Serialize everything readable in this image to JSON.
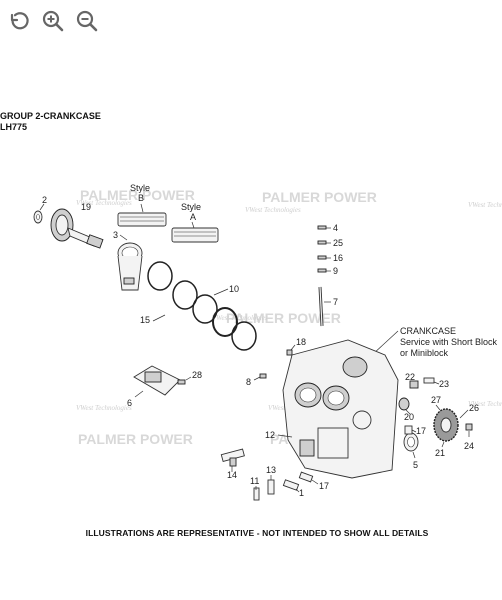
{
  "toolbar": {
    "reset_icon": "rotate-ccw-icon",
    "zoom_in_icon": "zoom-in-icon",
    "zoom_out_icon": "zoom-out-icon",
    "icon_color": "#666666"
  },
  "header": {
    "group": "GROUP 2-CRANKCASE",
    "model": "LH775"
  },
  "watermarks": {
    "brand": "PALMER POWER",
    "tag": "VWest Technologies"
  },
  "diagram": {
    "style_b_label": "Style",
    "style_b_letter": "B",
    "style_a_label": "Style",
    "style_a_letter": "A",
    "crankcase_note_line1": "CRANKCASE",
    "crankcase_note_line2": "Service with Short Block",
    "crankcase_note_line3": "or Miniblock",
    "callouts": {
      "c1": "1",
      "c2": "2",
      "c3": "3",
      "c4": "4",
      "c5": "5",
      "c6": "6",
      "c7": "7",
      "c8": "8",
      "c9": "9",
      "c10": "10",
      "c11": "11",
      "c12": "12",
      "c13": "13",
      "c14": "14",
      "c15": "15",
      "c16": "16",
      "c17a": "17",
      "c17b": "17",
      "c18": "18",
      "c19": "19",
      "c20": "20",
      "c21": "21",
      "c22": "22",
      "c23": "23",
      "c24": "24",
      "c25": "25",
      "c26": "26",
      "c27": "27",
      "c28": "28"
    }
  },
  "footer": {
    "disclaimer": "ILLUSTRATIONS ARE REPRESENTATIVE - NOT INTENDED TO SHOW ALL DETAILS"
  }
}
